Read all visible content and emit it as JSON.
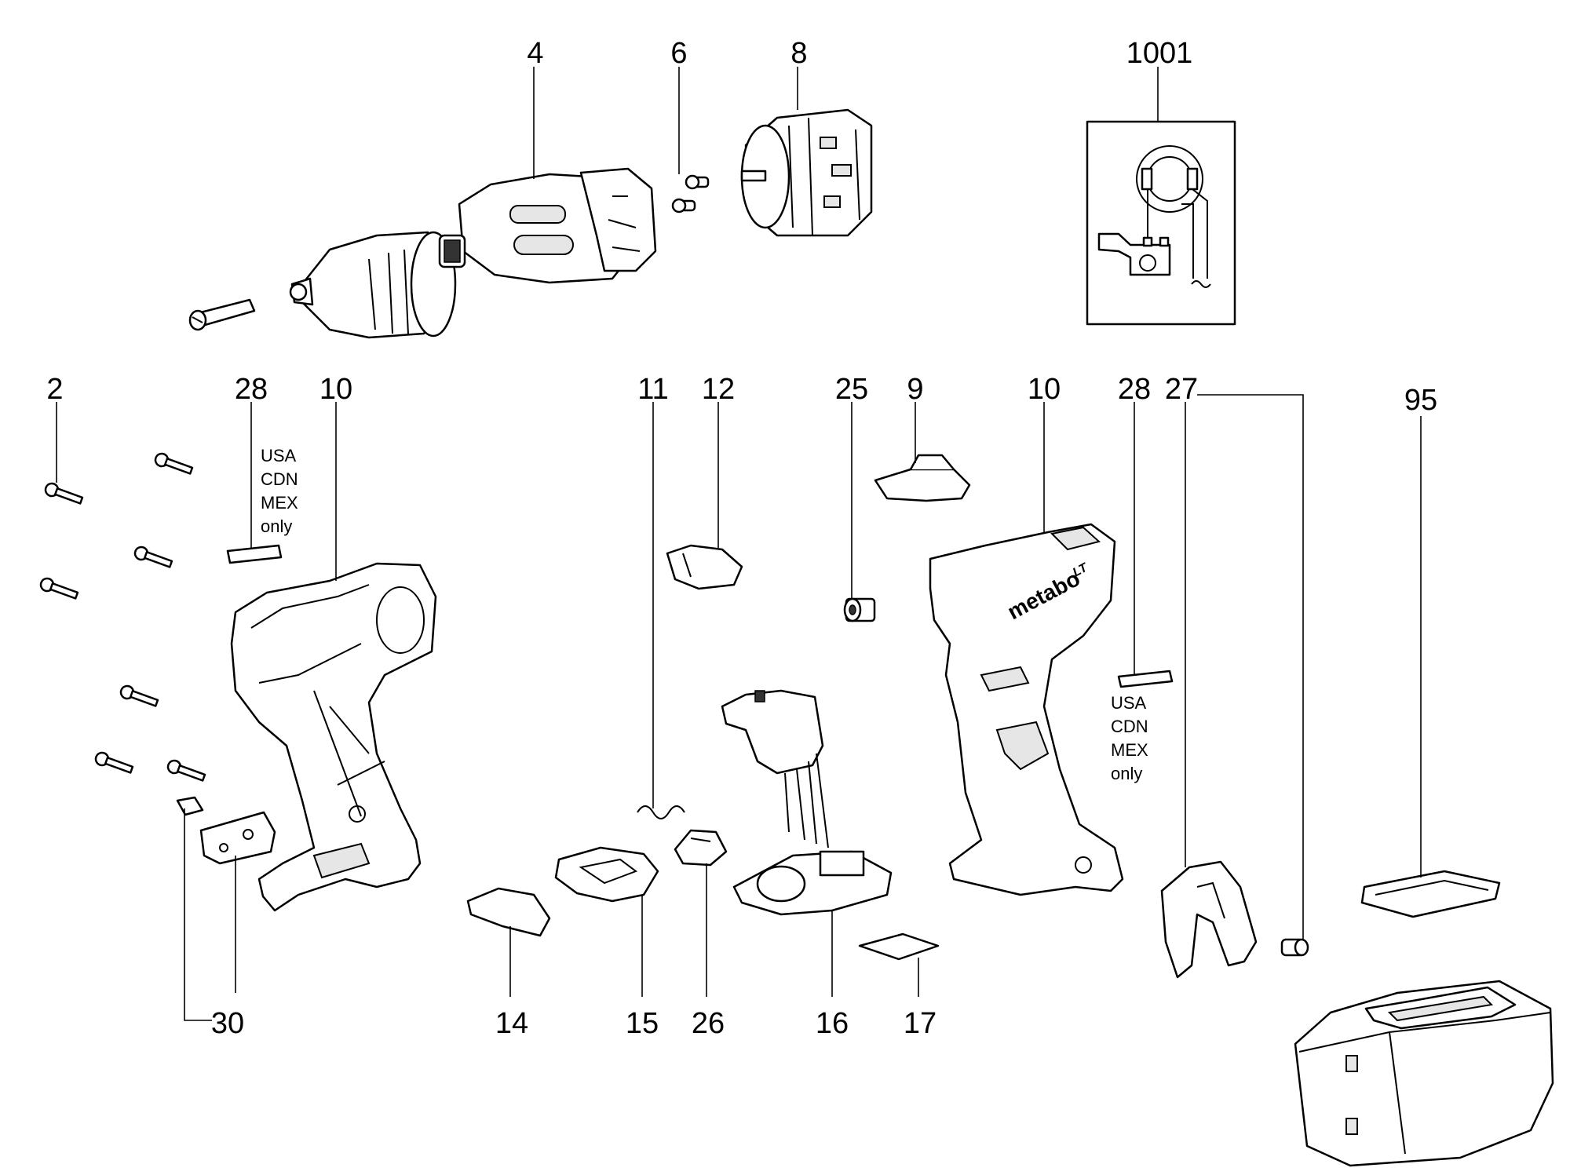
{
  "parts": {
    "p4": "4",
    "p6": "6",
    "p8": "8",
    "p1001": "1001",
    "p2": "2",
    "p28a": "28",
    "p10a": "10",
    "p11": "11",
    "p12": "12",
    "p25": "25",
    "p9": "9",
    "p10b": "10",
    "p28b": "28",
    "p27": "27",
    "p95": "95",
    "p30": "30",
    "p14": "14",
    "p15": "15",
    "p26": "26",
    "p16": "16",
    "p17": "17"
  },
  "notes": {
    "left": [
      "USA",
      "CDN",
      "MEX",
      "only"
    ],
    "right": [
      "USA",
      "CDN",
      "MEX",
      "only"
    ]
  },
  "branding": {
    "housing_logo": "metabo",
    "housing_sublogo": "LT"
  }
}
